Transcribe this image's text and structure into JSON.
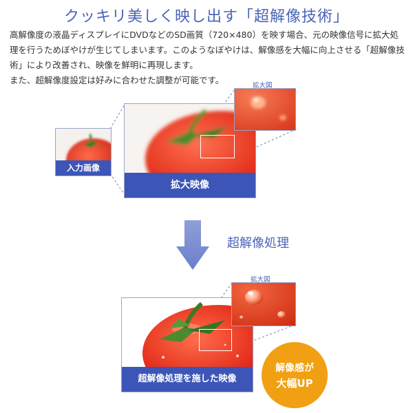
{
  "title": "クッキリ美しく映し出す「超解像技術」",
  "description": {
    "lines": [
      "高解像度の液晶ディスプレイにDVDなどのSD画質（720×480）を映す場合、元の映像信号に拡大処理を行うためぼやけが生じてしまいます。このようなぼやけは、解像感を大幅に向上させる「超解像技術」により改善され、映像を鮮明に再現します。",
      "また、超解像度設定は好みに合わせた調整が可能です。"
    ]
  },
  "top_section": {
    "input_label": "入力画像",
    "enlarged_label": "拡大映像",
    "zoom_tag": "拡大図"
  },
  "process_label": "超解像処理",
  "bottom_section": {
    "result_label": "超解像処理を施した映像",
    "zoom_tag": "拡大図"
  },
  "badge": {
    "line1": "解像感が",
    "line2": "大幅UP"
  },
  "colors": {
    "accent_blue": "#3c55b7",
    "title_blue": "#4a63b7",
    "badge_orange": "#f0a012",
    "tomato_red": "#e0301e",
    "leaf_green": "#4d8a2e"
  }
}
